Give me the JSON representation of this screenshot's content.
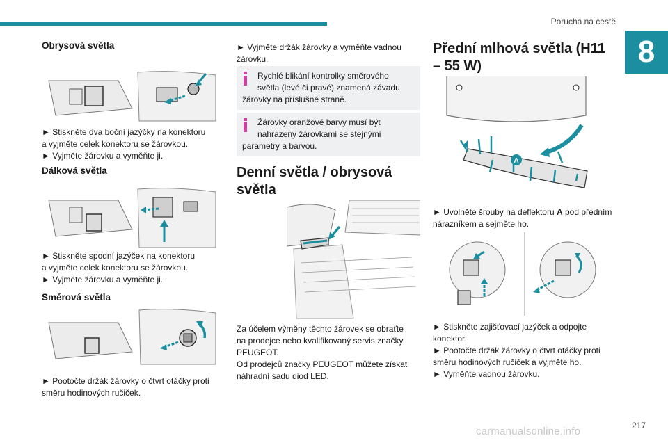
{
  "header": {
    "running_title": "Porucha na cestě",
    "chapter_number": "8"
  },
  "col1": {
    "s1_title": "Obrysová světla",
    "s1_l1": "► Stiskněte dva boční jazýčky na konektoru",
    "s1_l2": "a vyjměte celek konektoru se žárovkou.",
    "s1_l3": "► Vyjměte žárovku a vyměňte ji.",
    "s2_title": "Dálková světla",
    "s2_l1": "► Stiskněte spodní jazýček na konektoru",
    "s2_l2": "a vyjměte celek konektoru se žárovkou.",
    "s2_l3": "► Vyjměte žárovku a vyměňte ji.",
    "s3_title": "Směrová světla",
    "s3_l1": "► Pootočte držák žárovky o čtvrt otáčky proti",
    "s3_l2": "směru hodinových ručiček."
  },
  "col2": {
    "intro_l1": "► Vyjměte držák žárovky a vyměňte vadnou",
    "intro_l2": "žárovku.",
    "note1_l1": "Rychlé blikání kontrolky směrového",
    "note1_l2": "světla (levé či pravé) znamená závadu",
    "note1_l3": "žárovky na příslušné straně.",
    "note2_l1": "Žárovky oranžové barvy musí být",
    "note2_l2": "nahrazeny žárovkami se stejnými",
    "note2_l3": "parametry a barvou.",
    "s4_title_l1": "Denní světla / obrysová",
    "s4_title_l2": "světla",
    "p_l1": "Za účelem výměny těchto žárovek se obraťte",
    "p_l2": "na prodejce nebo kvalifikovaný servis značky",
    "p_l3": "PEUGEOT.",
    "p_l4": "Od prodejců značky PEUGEOT můžete získat",
    "p_l5": "náhradní sadu diod LED."
  },
  "col3": {
    "s5_title_l1": "Přední mlhová světla (H11",
    "s5_title_l2": "– 55 W)",
    "label_a": "A",
    "p1_pre": "► Uvolněte šrouby na deflektoru ",
    "p1_bold": "A",
    "p1_post": " pod předním",
    "p1_l2": "nárazníkem a sejměte ho.",
    "p2_l1": "► Stiskněte zajišťovací jazýček a odpojte",
    "p2_l2": "konektor.",
    "p2_l3": "► Pootočte držák žárovky o čtvrt otáčky proti",
    "p2_l4": "směru hodinových ručiček a vyjměte ho.",
    "p2_l5": "► Vyměňte vadnou žárovku."
  },
  "footer": {
    "page_number": "217",
    "watermark": "carmanualsonline.info"
  },
  "colors": {
    "accent": "#1b8fa0",
    "note_bg": "#eef0f1",
    "info_icon": "#d040a0"
  }
}
